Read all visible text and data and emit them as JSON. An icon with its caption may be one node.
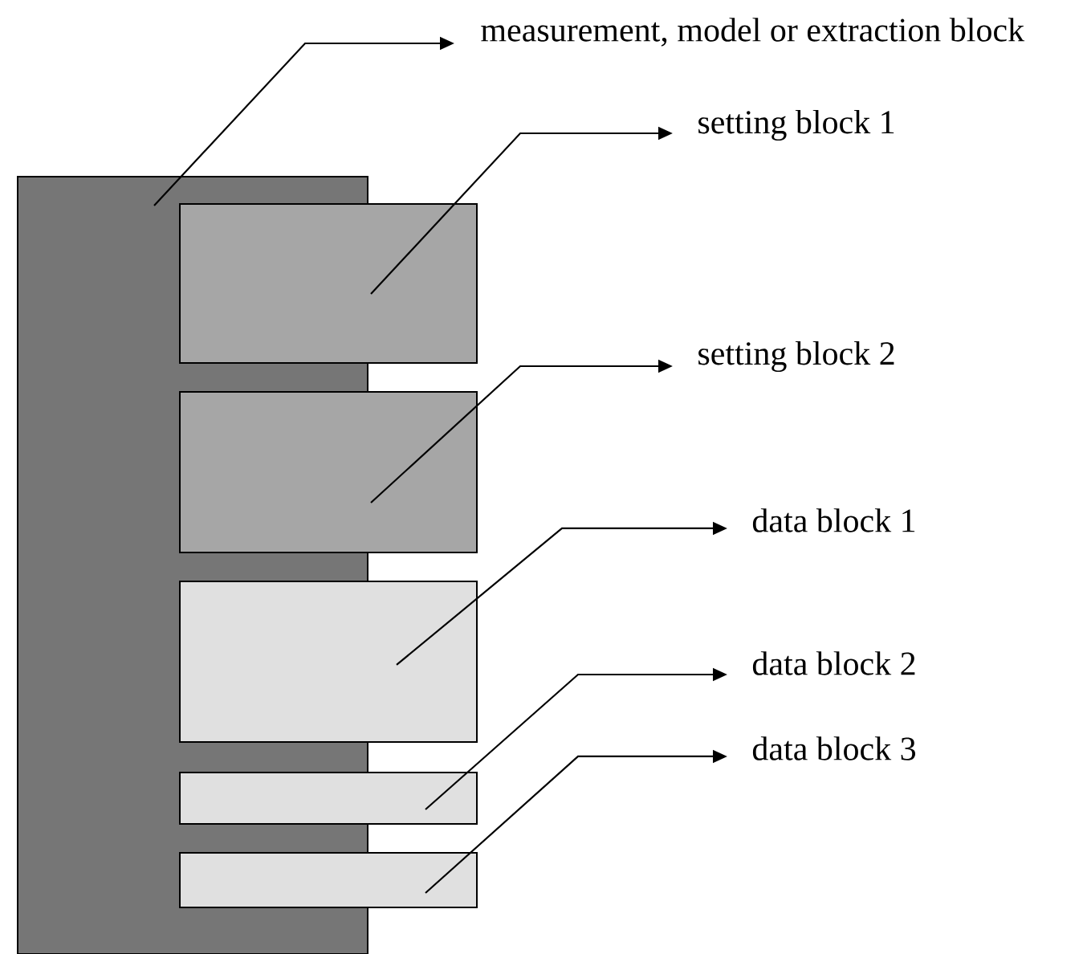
{
  "diagram": {
    "nodes": [
      {
        "text": [],
        "shape": "box"
      },
      {
        "text": [],
        "shape": "box"
      },
      {
        "text": [],
        "shape": "box"
      },
      {
        "text": [],
        "shape": "box"
      },
      {
        "text": [],
        "shape": "box"
      },
      {
        "text": [],
        "shape": "box"
      },
      {
        "text": [
          "measurement, model or extraction block"
        ]
      },
      {
        "text": [
          "setting block 1"
        ]
      },
      {
        "text": [
          "setting block 2"
        ]
      },
      {
        "text": [
          "data block 1"
        ]
      },
      {
        "text": [
          "data block 2"
        ]
      },
      {
        "text": [
          "data block 3"
        ]
      }
    ],
    "edges": [
      {
        "from": 0,
        "to": 6,
        "arrow": "to"
      },
      {
        "from": 1,
        "to": 7,
        "arrow": "to"
      },
      {
        "from": 2,
        "to": 8,
        "arrow": "to"
      },
      {
        "from": 3,
        "to": 9,
        "arrow": "to"
      },
      {
        "from": 4,
        "to": 10,
        "arrow": "to"
      },
      {
        "from": 5,
        "to": 11,
        "arrow": "to"
      }
    ]
  }
}
